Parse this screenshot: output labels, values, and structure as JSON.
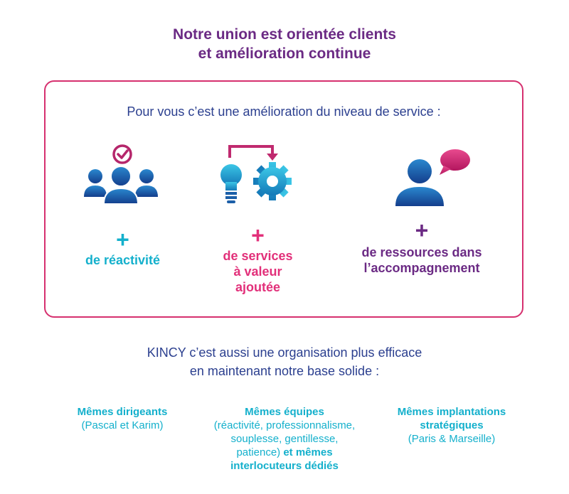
{
  "title": {
    "line1": "Notre union est orientée clients",
    "line2": "et amélioration continue"
  },
  "box": {
    "intro": "Pour vous c’est une amélioration du niveau de service :",
    "features": [
      {
        "icon": "team-check-icon",
        "plus": "+",
        "lines": [
          "de réactivité"
        ],
        "color": "#14b0cc"
      },
      {
        "icon": "idea-gear-icon",
        "plus": "+",
        "lines": [
          "de services",
          "à valeur",
          "ajoutée"
        ],
        "color": "#e2307a"
      },
      {
        "icon": "person-speech-icon",
        "plus": "+",
        "lines": [
          "de ressources dans",
          "l’accompagnement"
        ],
        "color": "#6b2a84"
      }
    ]
  },
  "subtitle": {
    "line1": "KINCY c’est aussi une organisation plus efficace",
    "line2": "en maintenant notre base solide :"
  },
  "columns": [
    {
      "heading": "Mêmes dirigeants",
      "lines": [
        "(Pascal et Karim)"
      ]
    },
    {
      "heading": "Mêmes équipes",
      "lines": [
        "(réactivité, professionnalisme,",
        "souplesse, gentillesse,"
      ],
      "mixed_plain": "patience)",
      "mixed_bold": " et mêmes",
      "last_bold": "interlocuteurs dédiés"
    },
    {
      "heading": "Mêmes implantations",
      "heading2": "stratégiques",
      "lines": [
        "(Paris & Marseille)"
      ]
    }
  ],
  "colors": {
    "title": "#6b2a84",
    "border": "#d6306f",
    "blue_text": "#2b3f8f",
    "cyan": "#14b0cc",
    "pink": "#e2307a",
    "purple": "#6b2a84"
  }
}
